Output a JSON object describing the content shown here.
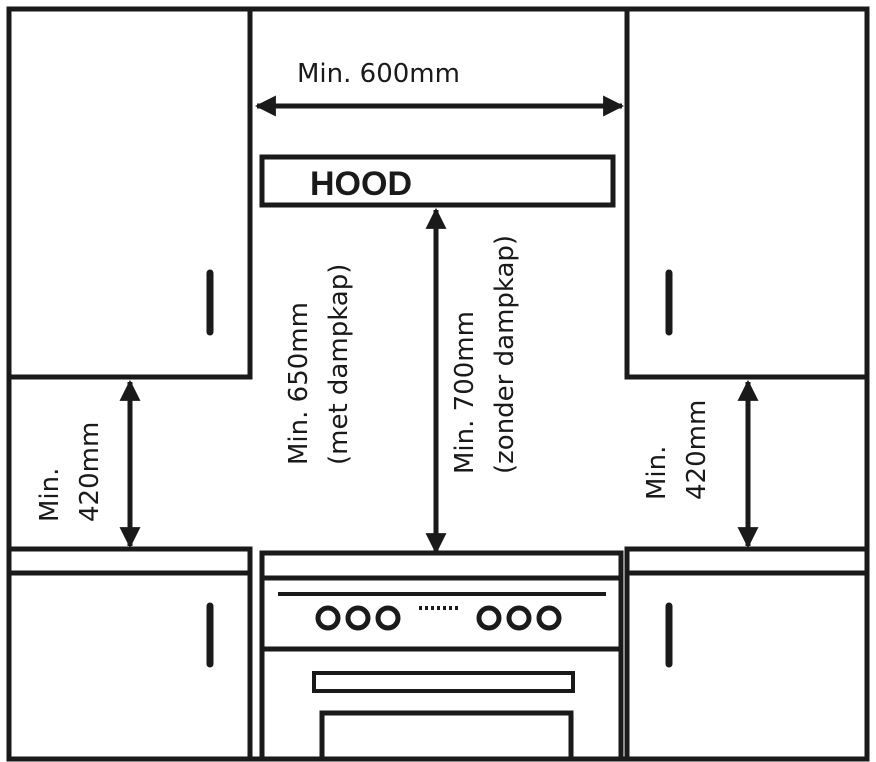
{
  "hood_label": "HOOD",
  "width_label": "Min. 600mm",
  "hood_height_with": {
    "line1": "Min. 650mm",
    "line2": "(met dampkap)"
  },
  "hood_height_without": {
    "line1": "Min. 700mm",
    "line2": "(zonder dampkap)"
  },
  "left_clearance": {
    "line1": "Min.",
    "line2": "420mm"
  },
  "right_clearance": {
    "line1": "Min.",
    "line2": "420mm"
  },
  "colors": {
    "line": "#1a1a1a",
    "background": "#ffffff"
  }
}
